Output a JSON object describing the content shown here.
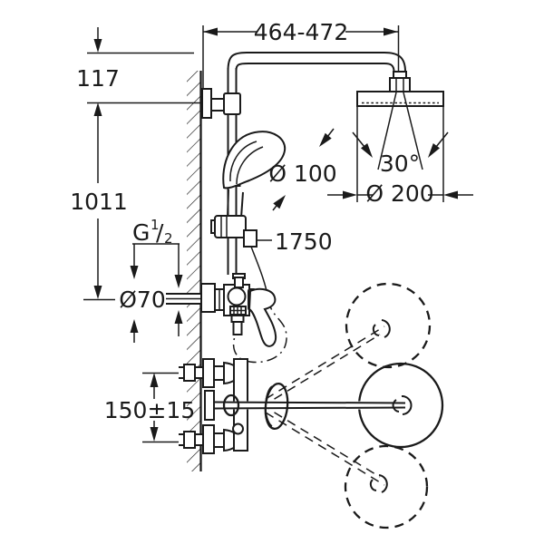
{
  "drawing": {
    "type": "technical-dimension-drawing",
    "subject": "shower-system-with-head-shower-hand-shower-and-mixer",
    "colors": {
      "line": "#1a1a1a",
      "background": "#ffffff"
    },
    "dimensions": {
      "top_width": "464-472",
      "top_offset": "117",
      "rail_height": "1011",
      "thread_g": "G",
      "thread_num": "1",
      "thread_slash": "/",
      "thread_den": "2",
      "escutcheon_dia": "Ø70",
      "handshower_dia": "Ø 100",
      "spray_angle": "30°",
      "headshower_dia": "Ø 200",
      "hose_length": "1750",
      "connection_spacing": "150±15"
    }
  }
}
